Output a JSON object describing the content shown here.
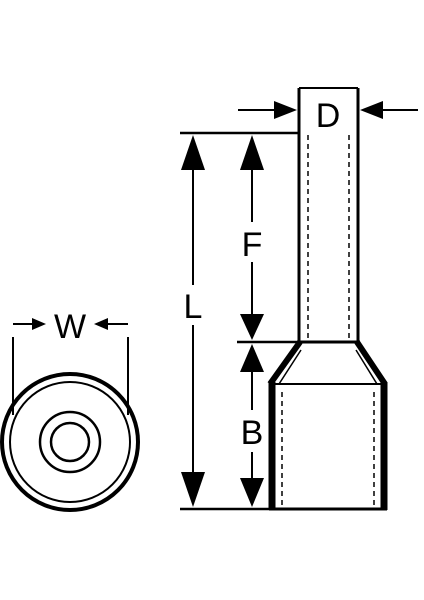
{
  "labels": {
    "width": "W",
    "diameter": "D",
    "length": "L",
    "ferrule_length": "F",
    "barrel_length": "B"
  },
  "colors": {
    "line": "#000000",
    "background": "#ffffff"
  }
}
